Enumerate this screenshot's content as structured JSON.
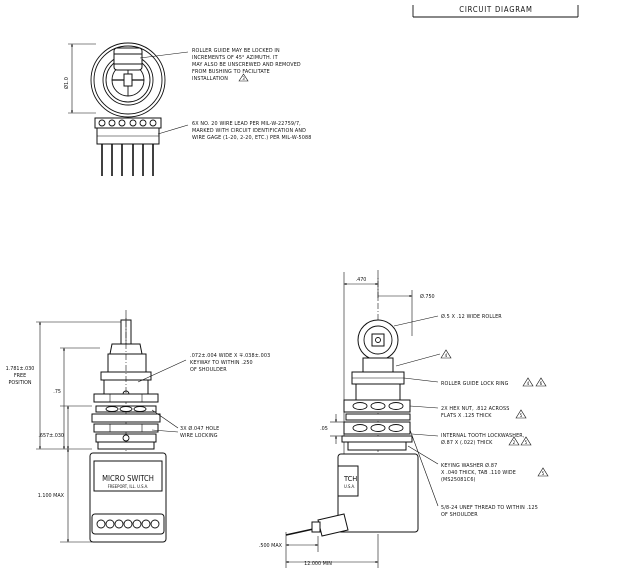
{
  "title_block": {
    "label": "CIRCUIT DIAGRAM"
  },
  "top_view": {
    "diameter_label": "Ø1.0",
    "roller_note": [
      "ROLLER GUIDE MAY BE LOCKED IN",
      "INCREMENTS OF 45° AZIMUTH. IT",
      "MAY ALSO BE UNSCREWED AND REMOVED",
      "FROM BUSHING TO FACILITATE",
      "INSTALLATION"
    ],
    "roller_note_flag": "3",
    "wire_note": [
      "6X NO. 20 WIRE LEAD PER MIL-W-22759/7,",
      "MARKED WITH CIRCUIT IDENTIFICATION AND",
      "WIRE GAGE (1-20, 2-20, ETC.) PER MIL-W-5088"
    ]
  },
  "front_view": {
    "dim_overall": "1.781±.030",
    "dim_overall_sub1": "FREE",
    "dim_overall_sub2": "POSITION",
    "dim_75": ".75",
    "dim_657": ".657±.030",
    "dim_body": "1.100 MAX",
    "keyway_note": [
      ".072±.004 WIDE X ∓.038±.003",
      "KEYWAY TO WITHIN .250",
      "OF SHOULDER"
    ],
    "hole_note": [
      "3X Ø.047 HOLE",
      "WIRE LOCKING"
    ],
    "label_line1": "MICRO SWITCH",
    "label_line2": "FREEPORT, ILL. U.S.A."
  },
  "side_view": {
    "dim_470": ".470",
    "dim_750": "Ø.750",
    "dim_05": ".05",
    "dim_500": ".500 MAX",
    "dim_12000": "12.000 MIN",
    "roller_note": "Ø.5 X .12 WIDE ROLLER",
    "flag_top": "4",
    "lock_ring_note": "ROLLER GUIDE LOCK RING",
    "lock_ring_flags": [
      "4",
      "6"
    ],
    "hex_nut_note": [
      "2X HEX NUT, .812 ACROSS",
      "FLATS X .125 THICK"
    ],
    "hex_nut_flag": "5",
    "lockwasher_note": [
      "INTERNAL TOOTH LOCKWASHER,",
      "Ø.87 X (.022) THICK"
    ],
    "lockwasher_flags": [
      "2",
      "5"
    ],
    "keying_note": [
      "KEYING WASHER Ø.87",
      "X .040 THICK, TAB .110 WIDE",
      "(MS25081C6)"
    ],
    "keying_flag": "5",
    "thread_note": [
      "5/8-24 UNEF THREAD TO WITHIN .125",
      "OF SHOULDER"
    ],
    "body_text": [
      "TCH",
      "U.S.A."
    ]
  }
}
